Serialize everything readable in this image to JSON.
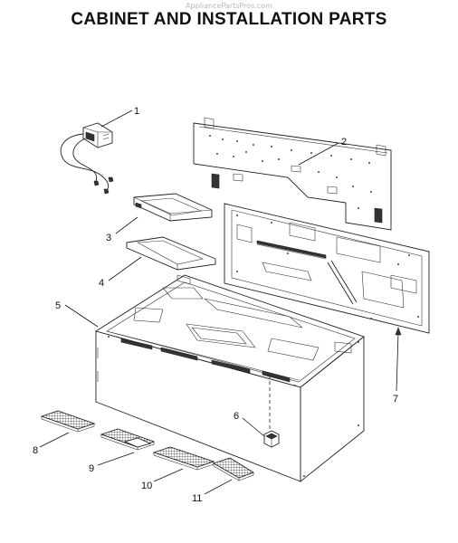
{
  "watermark": "AppliancePartsPros.com",
  "title": "CABINET AND INSTALLATION PARTS",
  "callouts": [
    {
      "id": "1",
      "label": "1"
    },
    {
      "id": "2",
      "label": "2"
    },
    {
      "id": "3",
      "label": "3"
    },
    {
      "id": "4",
      "label": "4"
    },
    {
      "id": "5",
      "label": "5"
    },
    {
      "id": "6",
      "label": "6"
    },
    {
      "id": "7",
      "label": "7"
    },
    {
      "id": "8",
      "label": "8"
    },
    {
      "id": "9",
      "label": "9"
    },
    {
      "id": "10",
      "label": "10"
    },
    {
      "id": "11",
      "label": "11"
    }
  ]
}
